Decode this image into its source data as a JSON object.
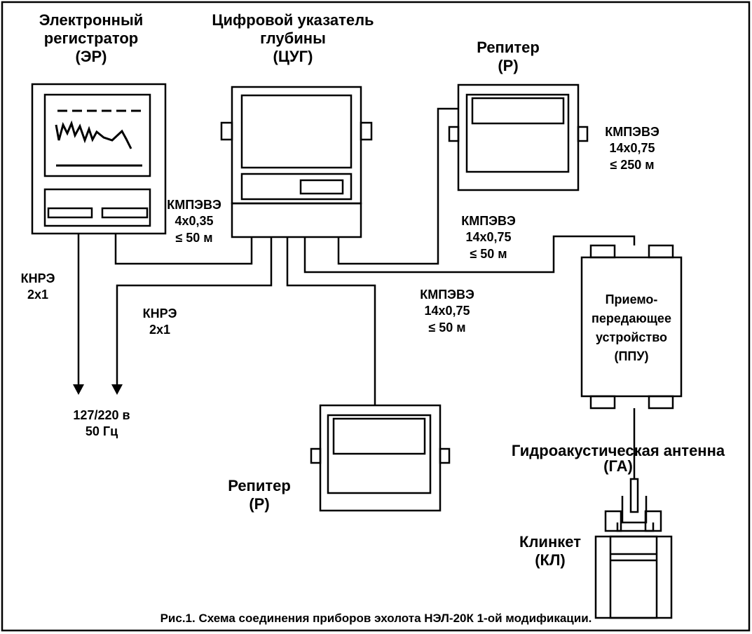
{
  "devices": {
    "er": {
      "line1": "Электронный",
      "line2": "регистратор",
      "line3": "(ЭР)"
    },
    "cug": {
      "line1": "Цифровой указатель",
      "line2": "глубины",
      "line3": "(ЦУГ)"
    },
    "repeater_top": {
      "line1": "Репитер",
      "line2": "(Р)"
    },
    "repeater_bottom": {
      "line1": "Репитер",
      "line2": "(Р)"
    },
    "ppu": {
      "line1": "Приемо-",
      "line2": "передающее",
      "line3": "устройство",
      "line4": "(ППУ)"
    },
    "ga": {
      "line1": "Гидроакустическая антенна",
      "line2": "(ГА)"
    },
    "kl": {
      "line1": "Клинкет",
      "line2": "(КЛ)"
    }
  },
  "cables": {
    "c_er_cug": {
      "type": "КМПЭВЭ",
      "spec": "4х0,35",
      "len": "≤  50 м"
    },
    "c_cug_rep_top": {
      "type": "КМПЭВЭ",
      "spec": "14х0,75",
      "len": "≤  250 м"
    },
    "c_cug_ppu": {
      "type": "КМПЭВЭ",
      "spec": "14х0,75",
      "len": "≤  50 м"
    },
    "c_cug_rep_bottom": {
      "type": "КМПЭВЭ",
      "spec": "14х0,75",
      "len": "≤  50 м"
    },
    "c_power_er": {
      "type": "КНРЭ",
      "spec": "2х1"
    },
    "c_power_cug": {
      "type": "КНРЭ",
      "spec": "2х1"
    }
  },
  "power": {
    "line1": "127/220 в",
    "line2": "50 Гц"
  },
  "caption": "Рис.1. Схема соединения приборов эхолота НЭЛ-20К 1-ой модификации."
}
